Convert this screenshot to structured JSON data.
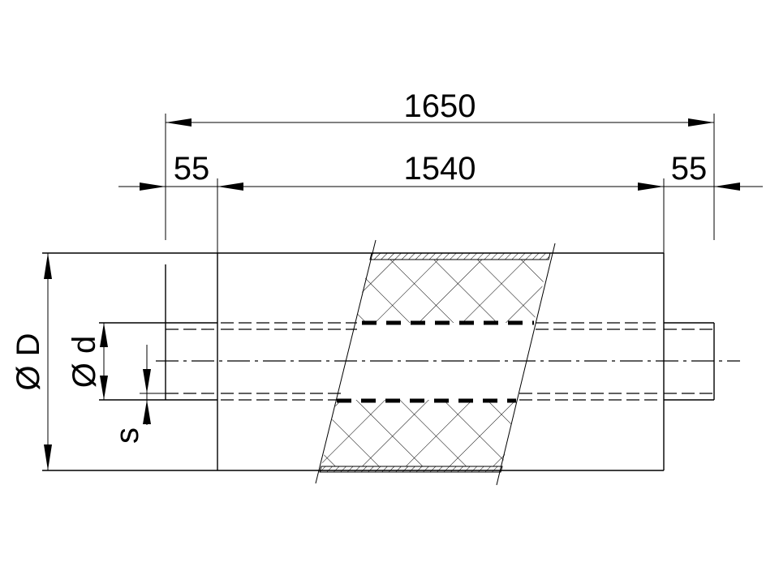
{
  "dimensions": {
    "overall_length": "1650",
    "end_left": "55",
    "body_length": "1540",
    "end_right": "55",
    "outer_diameter": "Ø D",
    "inner_diameter": "Ø d",
    "wall_thickness": "s"
  }
}
